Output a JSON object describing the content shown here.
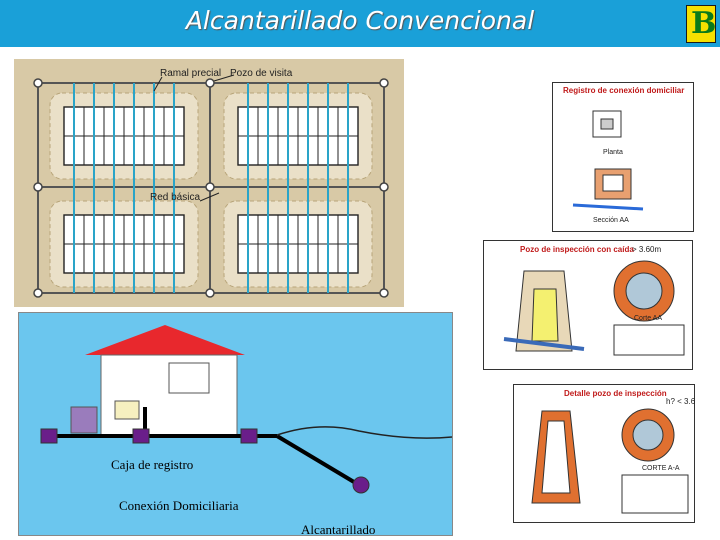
{
  "header": {
    "title": "Alcantarillado Convencional",
    "logo_letter": "B"
  },
  "plan": {
    "label_ramal": "Ramal precial",
    "label_pozo": "Pozo de visita",
    "label_red": "Red básica"
  },
  "section": {
    "caja": "Caja de registro",
    "conexion": "Conexión Domiciliaria",
    "alcantarillado": "Alcantarillado"
  },
  "detail1": {
    "title": "Registro de conexión domiciliar",
    "planta": "Planta",
    "seccion": "Sección AA"
  },
  "detail2": {
    "title": "Pozo de inspección con caída",
    "depth": "> 3.60m",
    "corte": "Corte AA"
  },
  "detail3": {
    "title": "Detalle pozo de inspección",
    "depth": "h? < 3.6",
    "corte": "CORTE A-A"
  },
  "colors": {
    "header": "#1aa0d8",
    "roof": "#e8282d",
    "sky": "#6bc6ee",
    "box": "#6a1e8a"
  }
}
